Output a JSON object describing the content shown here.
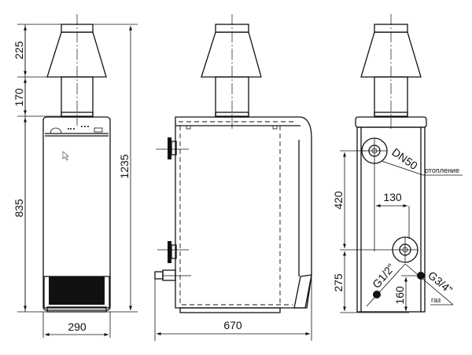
{
  "drawing": {
    "views": [
      {
        "name": "front-view"
      },
      {
        "name": "side-view"
      },
      {
        "name": "rear-view"
      }
    ],
    "dimensions": {
      "chimney_cap_height": "225",
      "chimney_pipe_height": "170",
      "body_height": "835",
      "total_height": "1235",
      "front_width": "290",
      "depth": "670",
      "heating_outlet_height": "420",
      "pipe_spacing": "130",
      "return_height": "275",
      "gas_height": "160"
    },
    "labels": {
      "flue_diameter": "DN50",
      "heating": "отопление",
      "thread_left": "G1/2\"",
      "thread_right": "G3/4\"",
      "gas": "газ"
    }
  }
}
